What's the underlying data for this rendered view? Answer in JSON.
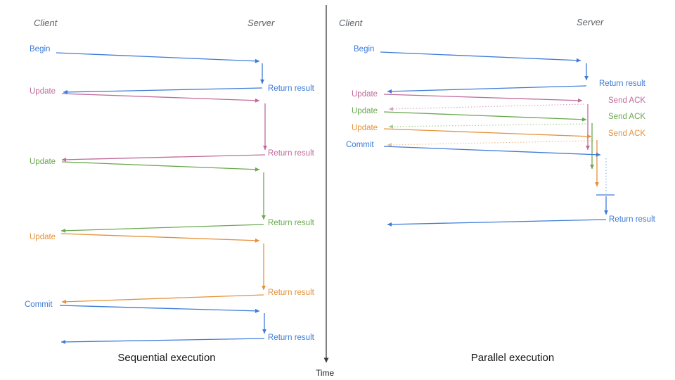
{
  "palette": {
    "blue": "#3d7bd7",
    "magenta": "#c06a9b",
    "green": "#6aa84f",
    "orange": "#e69138",
    "axis": "#3a3a3a"
  },
  "time_axis": {
    "label": "Time"
  },
  "sequential": {
    "caption": "Sequential execution",
    "client_heading": "Client",
    "server_heading": "Server",
    "steps": [
      {
        "request": "Begin",
        "response": "Return result",
        "color": "blue"
      },
      {
        "request": "Update",
        "response": "Return result",
        "color": "magenta"
      },
      {
        "request": "Update",
        "response": "Return result",
        "color": "green"
      },
      {
        "request": "Update",
        "response": "Return result",
        "color": "orange"
      },
      {
        "request": "Commit",
        "response": "Return result",
        "color": "blue"
      }
    ]
  },
  "parallel": {
    "caption": "Parallel execution",
    "client_heading": "Client",
    "server_heading": "Server",
    "steps": [
      {
        "request": "Begin",
        "response": "Return result",
        "color": "blue"
      },
      {
        "request": "Update",
        "response": "Send ACK",
        "color": "magenta"
      },
      {
        "request": "Update",
        "response": "Send ACK",
        "color": "green"
      },
      {
        "request": "Update",
        "response": "Send ACK",
        "color": "orange"
      },
      {
        "request": "Commit",
        "response": "Return result",
        "color": "blue"
      }
    ]
  }
}
